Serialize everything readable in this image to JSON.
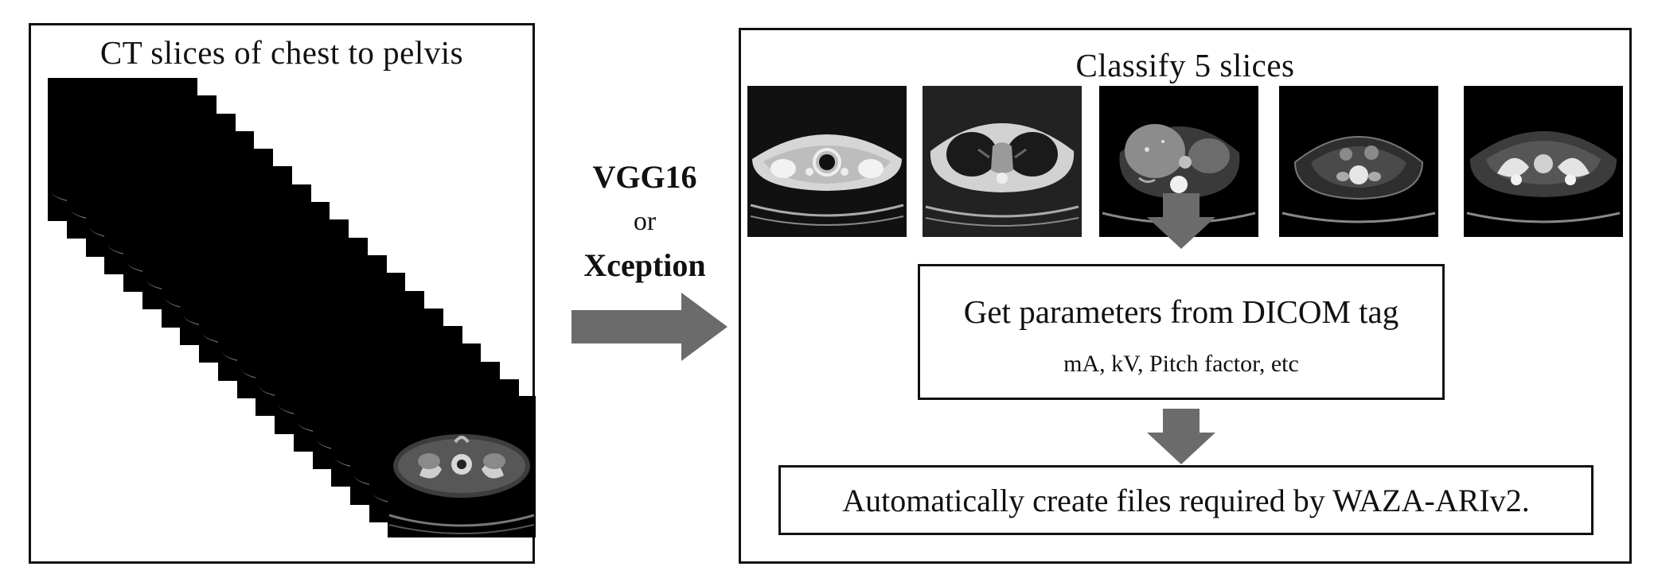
{
  "left_panel": {
    "title": "CT slices of chest to pelvis"
  },
  "models": {
    "first": "VGG16",
    "connector": "or",
    "second": "Xception"
  },
  "right_panel": {
    "title": "Classify 5 slices",
    "thumbnails": [
      "ct-chest-upper",
      "ct-chest-lung",
      "ct-abdomen-upper",
      "ct-abdomen-lower",
      "ct-pelvis"
    ]
  },
  "params_box": {
    "title": "Get parameters from DICOM tag",
    "subtitle": "mA, kV, Pitch factor, etc"
  },
  "files_box": {
    "text": "Automatically create files required by WAZA-ARIv2."
  },
  "colors": {
    "arrow": "#6b6b6b",
    "border": "#111111",
    "scan_background": "#000000"
  }
}
